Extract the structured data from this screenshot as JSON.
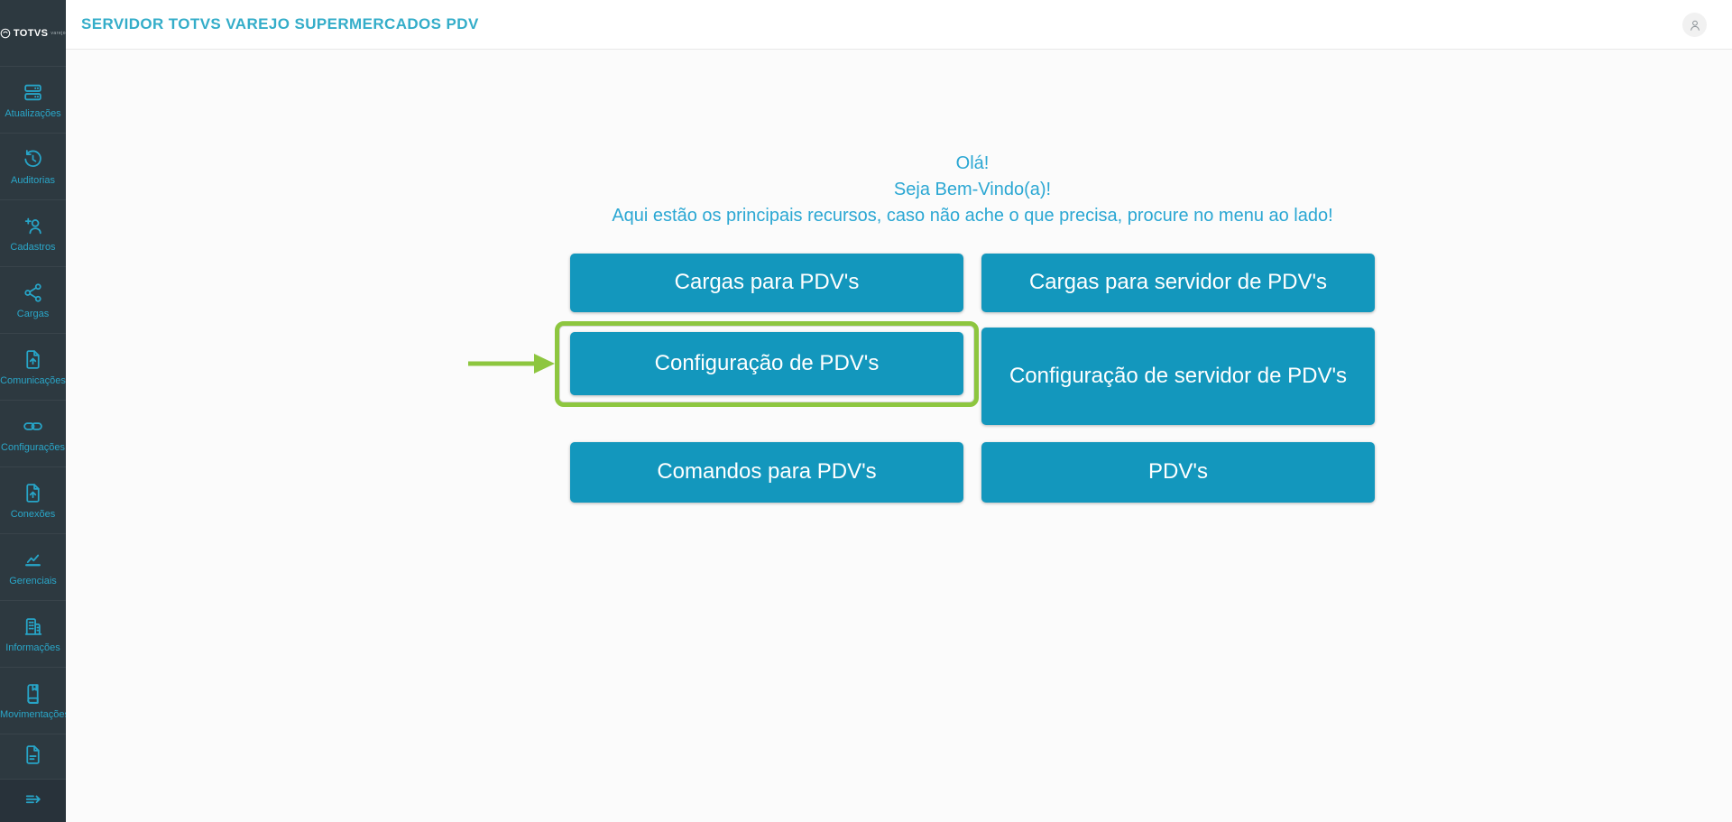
{
  "logo": {
    "brand": "TOTVS",
    "sub": "varejo"
  },
  "header": {
    "title": "SERVIDOR TOTVS VAREJO SUPERMERCADOS PDV"
  },
  "sidebar": {
    "items": [
      {
        "label": "Atualizações",
        "icon": "servers-icon"
      },
      {
        "label": "Auditorias",
        "icon": "history-icon"
      },
      {
        "label": "Cadastros",
        "icon": "user-plus-icon"
      },
      {
        "label": "Cargas",
        "icon": "share-icon"
      },
      {
        "label": "Comunicações",
        "icon": "file-upload-icon"
      },
      {
        "label": "Configurações",
        "icon": "link-icon"
      },
      {
        "label": "Conexões",
        "icon": "file-upload-icon"
      },
      {
        "label": "Gerenciais",
        "icon": "chart-icon"
      },
      {
        "label": "Informações",
        "icon": "building-icon"
      },
      {
        "label": "Movimentações",
        "icon": "book-icon"
      },
      {
        "label": "",
        "icon": "document-icon"
      },
      {
        "label": "",
        "icon": "expand-menu-icon"
      }
    ]
  },
  "welcome": {
    "line1": "Olá!",
    "line2": "Seja Bem-Vindo(a)!",
    "line3": "Aqui estão os principais recursos, caso não ache o que precisa, procure no menu ao lado!"
  },
  "buttons": [
    {
      "label": "Cargas para PDV's"
    },
    {
      "label": "Cargas para servidor de PDV's"
    },
    {
      "label": "Configuração de PDV's",
      "highlighted": true
    },
    {
      "label": "Configuração de servidor de PDV's"
    },
    {
      "label": "Comandos para PDV's"
    },
    {
      "label": "PDV's"
    }
  ],
  "colors": {
    "accent_teal": "#1397bd",
    "sidebar_bg": "#2d3940",
    "sidebar_icon_teal": "#27a5c8",
    "title_teal": "#34adc9",
    "welcome_blue": "#2ba7d3",
    "highlight_green": "#8dc63f"
  }
}
